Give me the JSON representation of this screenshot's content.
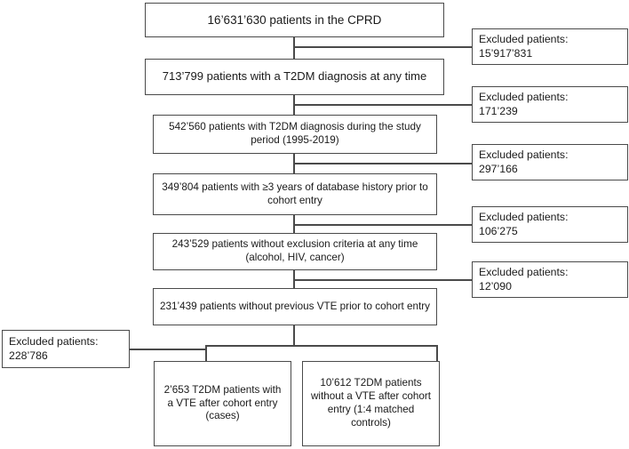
{
  "diagram": {
    "title": "Patient selection flow chart (CPRD T2DM VTE case-control study)",
    "type": "flowchart",
    "background_color": "#ffffff",
    "border_color": "#4a4a4a",
    "text_color": "#1a1a1a",
    "main_nodes": [
      {
        "id": "n1",
        "text": "16’631’630 patients in the CPRD"
      },
      {
        "id": "n2",
        "text": "713’799 patients with a T2DM diagnosis at any time"
      },
      {
        "id": "n3",
        "text": "542’560 patients with T2DM diagnosis during the study period (1995-2019)"
      },
      {
        "id": "n4",
        "text": "349’804 patients with ≥3 years of database history prior to cohort entry"
      },
      {
        "id": "n5",
        "text": "243’529 patients without exclusion criteria at any time (alcohol, HIV, cancer)"
      },
      {
        "id": "n6",
        "text": "231’439 patients without previous VTE prior to cohort entry"
      }
    ],
    "excluded_nodes": [
      {
        "id": "e1",
        "label": "Excluded patients:",
        "count": "15’917’831",
        "text": "Excluded patients:\n15’917’831"
      },
      {
        "id": "e2",
        "label": "Excluded patients:",
        "count": "171’239",
        "text": "Excluded patients:\n171’239"
      },
      {
        "id": "e3",
        "label": "Excluded patients:",
        "count": "297’166",
        "text": "Excluded patients:\n297’166"
      },
      {
        "id": "e4",
        "label": "Excluded patients:",
        "count": "106’275",
        "text": "Excluded patients:\n106’275"
      },
      {
        "id": "e5",
        "label": "Excluded patients:",
        "count": "12’090",
        "text": "Excluded patients:\n12’090"
      },
      {
        "id": "e6",
        "label": "Excluded patients:",
        "count": "228’786",
        "text": "Excluded patients:\n228’786"
      }
    ],
    "outcome_nodes": [
      {
        "id": "o1",
        "text": "2’653 T2DM patients with a VTE after cohort entry (cases)"
      },
      {
        "id": "o2",
        "text": "10’612 T2DM patients without a VTE after cohort entry (1:4 matched controls)"
      }
    ]
  }
}
